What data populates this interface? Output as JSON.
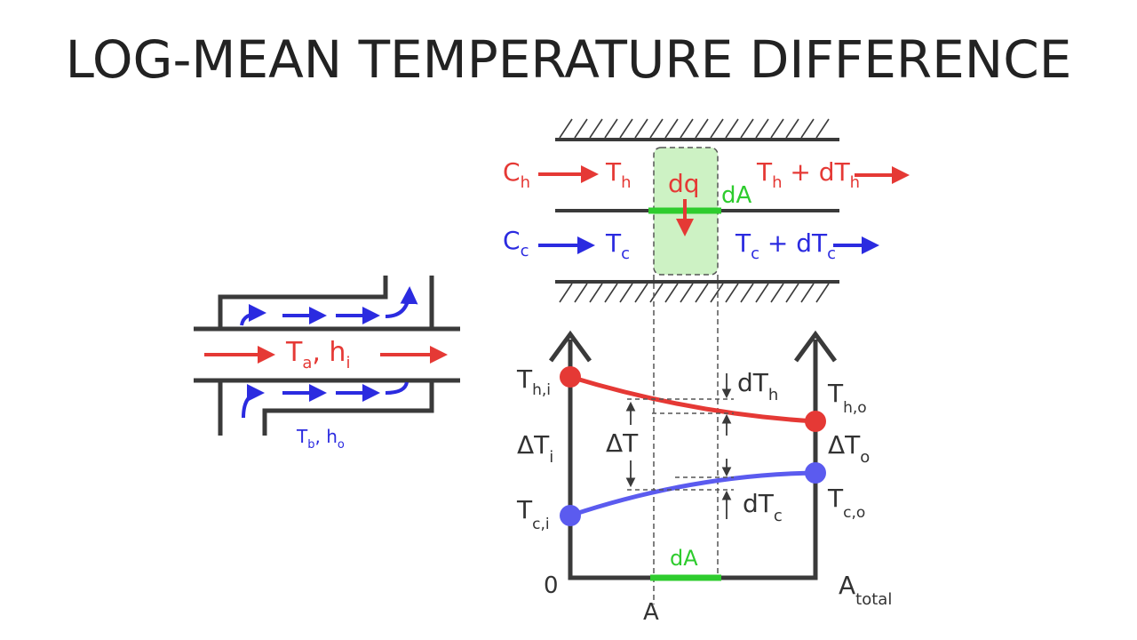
{
  "title": "LOG-MEAN TEMPERATURE DIFFERENCE",
  "colors": {
    "hot": "#e53935",
    "cold": "#2b2be0",
    "area": "#2ecc2e",
    "area_fill": "#cdf2c4",
    "line": "#3a3a3a"
  },
  "left_diagram": {
    "inner_main": "T",
    "inner_sub": "a",
    "inner_sep": ", h",
    "inner_sub2": "i",
    "outer_main": "T",
    "outer_sub": "b",
    "outer_sep": ", h",
    "outer_sub2": "o"
  },
  "top_diagram": {
    "ch_main": "C",
    "ch_sub": "h",
    "th_main": "T",
    "th_sub": "h",
    "dq": "dq",
    "dA": "dA",
    "thd_main": "T",
    "thd_sub": "h",
    "thd_plus": " + dT",
    "thd_sub2": "h",
    "cc_main": "C",
    "cc_sub": "c",
    "tc_main": "T",
    "tc_sub": "c",
    "tcd_main": "T",
    "tcd_sub": "c",
    "tcd_plus": " + dT",
    "tcd_sub2": "c"
  },
  "graph": {
    "thi_main": "T",
    "thi_sub": "h,i",
    "tho_main": "T",
    "tho_sub": "h,o",
    "tci_main": "T",
    "tci_sub": "c,i",
    "tco_main": "T",
    "tco_sub": "c,o",
    "dti_main": "ΔT",
    "dti_sub": "i",
    "dto_main": "ΔT",
    "dto_sub": "o",
    "dt": "ΔT",
    "dth_main": "dT",
    "dth_sub": "h",
    "dtc_main": "dT",
    "dtc_sub": "c",
    "dA": "dA",
    "zero": "0",
    "a_label": "A",
    "atotal_main": "A",
    "atotal_sub": "total"
  }
}
